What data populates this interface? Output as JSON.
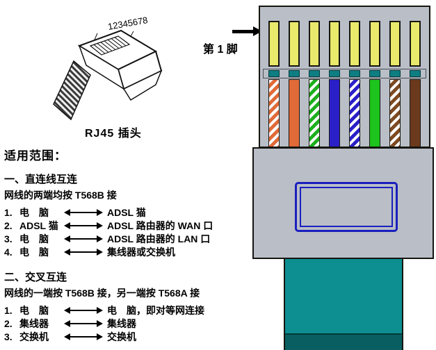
{
  "page": {
    "background": "#ffffff"
  },
  "plug_sketch": {
    "pin_numbers": "12345678",
    "caption": "RJ45 插头"
  },
  "left_panel": {
    "scope_heading": "适用范围：",
    "sections": [
      {
        "title": "一、直连线互连",
        "subtitle": "网线的两端均按 T568B 接",
        "items": [
          {
            "num": "1.",
            "a": "电　脑",
            "b": "ADSL 猫"
          },
          {
            "num": "2.",
            "a": "ADSL 猫",
            "b": "ADSL 路由器的 WAN 口"
          },
          {
            "num": "3.",
            "a": "电　脑",
            "b": "ADSL 路由器的 LAN 口"
          },
          {
            "num": "4.",
            "a": "电　脑",
            "b": "集线器或交换机"
          }
        ]
      },
      {
        "title": "二、交叉互连",
        "subtitle": "网线的一端按 T568B 接，另一端按 T568A 接",
        "items": [
          {
            "num": "1.",
            "a": "电　脑",
            "b": "电　脑，即对等网连接"
          },
          {
            "num": "2.",
            "a": "集线器",
            "b": "集线器"
          },
          {
            "num": "3.",
            "a": "交换机",
            "b": "交换机"
          }
        ]
      }
    ]
  },
  "connector_diagram": {
    "pin1_label": "第 1 脚",
    "pin_count": 8,
    "wires": [
      {
        "name": "white-orange",
        "type": "stripe",
        "color": "#e06a38"
      },
      {
        "name": "orange",
        "type": "solid",
        "color": "#e06a38"
      },
      {
        "name": "white-green",
        "type": "stripe",
        "color": "#1daf1d"
      },
      {
        "name": "blue",
        "type": "solid",
        "color": "#2b1fc8"
      },
      {
        "name": "white-blue",
        "type": "stripe",
        "color": "#2b1fc8"
      },
      {
        "name": "green",
        "type": "solid",
        "color": "#1dc41d"
      },
      {
        "name": "white-brown",
        "type": "stripe",
        "color": "#7d4a22"
      },
      {
        "name": "brown",
        "type": "solid",
        "color": "#6b3a1c"
      }
    ],
    "colors": {
      "body": "#b9bec7",
      "pin": "#e9e96c",
      "contact": "#0d7e81",
      "clip": "#1a1fbe",
      "cable": "#0d8e91",
      "cable_dark": "#085e60"
    }
  }
}
